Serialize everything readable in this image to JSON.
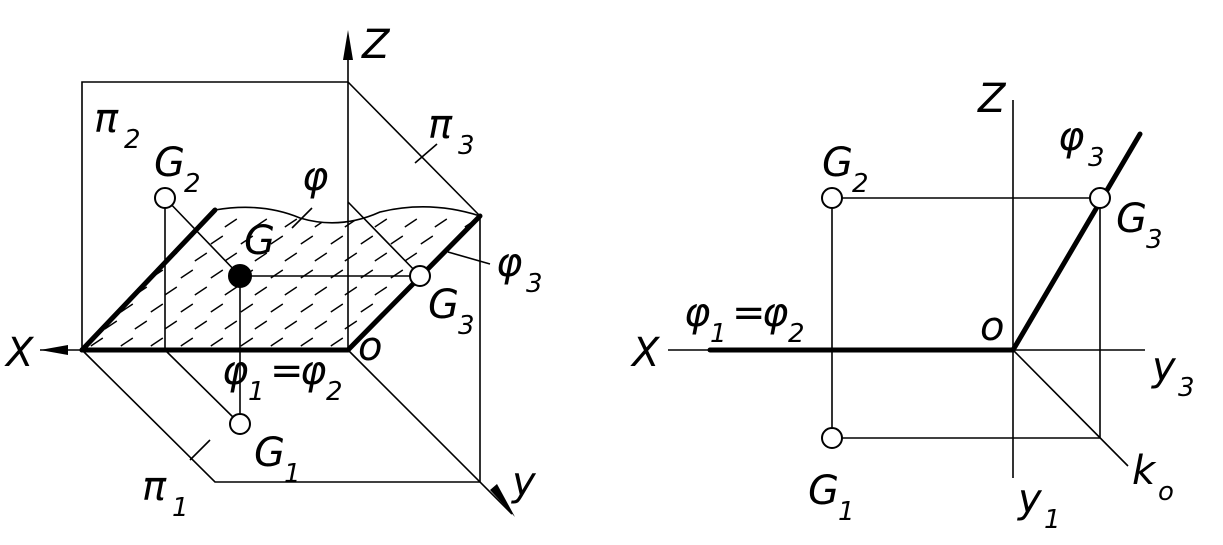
{
  "left": {
    "axes": {
      "z": "Z",
      "x": "X",
      "y": "y",
      "origin": "o"
    },
    "planes": {
      "frontal": "π",
      "frontal_sub": "2",
      "profile": "π",
      "profile_sub": "3",
      "horizontal": "π",
      "horizontal_sub": "1"
    },
    "points": {
      "G": "G",
      "G2": "G",
      "G2_sub": "2",
      "G3": "G",
      "G3_sub": "3",
      "G1": "G",
      "G1_sub": "1"
    },
    "plane_phi": "φ",
    "phi3": "φ",
    "phi3_sub": "3",
    "trace": {
      "a": "φ",
      "a_sub": "1",
      "eq": "=",
      "b": "φ",
      "b_sub": "2"
    }
  },
  "right": {
    "axes": {
      "z": "Z",
      "x": "X",
      "y3": "y",
      "y3_sub": "3",
      "y1": "y",
      "y1_sub": "1",
      "origin": "o",
      "k0": "k",
      "k0_sub": "o"
    },
    "points": {
      "G2": "G",
      "G2_sub": "2",
      "G3": "G",
      "G3_sub": "3",
      "G1": "G",
      "G1_sub": "1"
    },
    "phi3": "φ",
    "phi3_sub": "3",
    "trace": {
      "a": "φ",
      "a_sub": "1",
      "eq": "=",
      "b": "φ",
      "b_sub": "2"
    }
  }
}
